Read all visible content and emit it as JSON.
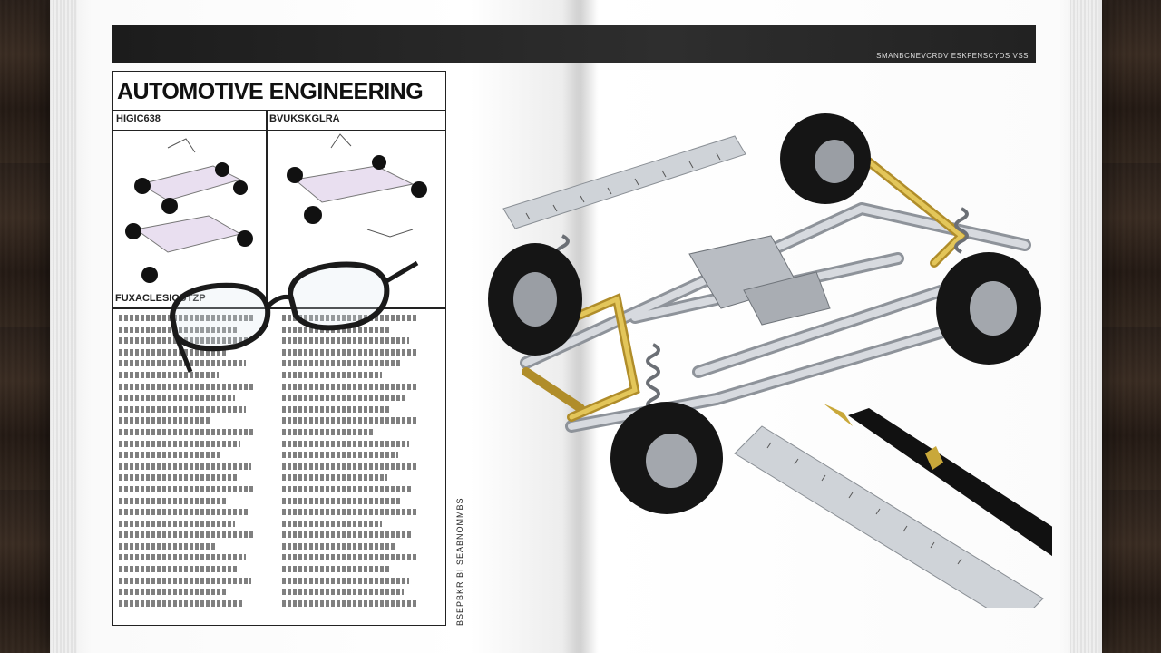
{
  "header": {
    "caption": "SMANBCNEVCRDV ESKFENSCYDS VSS"
  },
  "panel": {
    "title": "AUTOMOTIVE ENGINEERING",
    "subhead_left": "HIGIC638",
    "subhead_right": "BVUKSKGLRA",
    "section_label": "FUXACLESIOUTZP"
  },
  "side_note": "BSEPBKR BI SEABNOMMBS",
  "colors": {
    "frame_silver": "#c9ccd2",
    "frame_gold": "#c9a83a",
    "tire": "#151515",
    "bar": "#222222"
  }
}
